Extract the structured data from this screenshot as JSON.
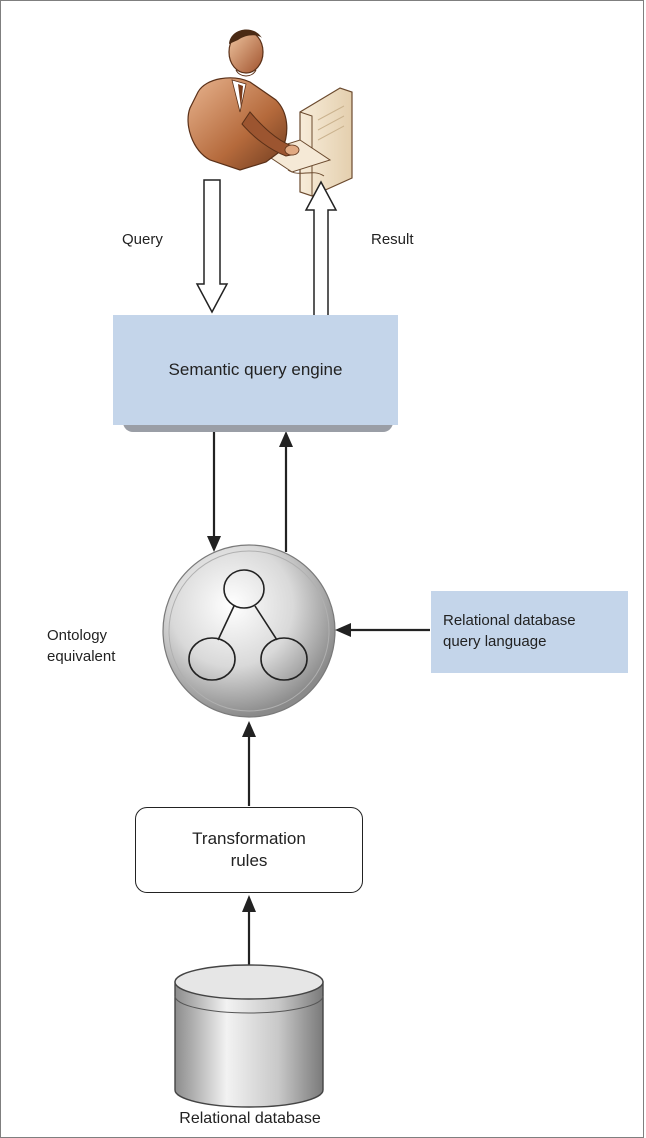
{
  "diagram": {
    "user_icon": "person-at-computer-icon",
    "query_label": "Query",
    "result_label": "Result",
    "engine_label": "Semantic query engine",
    "ontology_icon": "ontology-tree-icon",
    "ontology_label_line1": "Ontology",
    "ontology_label_line2": "equivalent",
    "rdql_line1": "Relational database",
    "rdql_line2": "query language",
    "rules_line1": "Transformation",
    "rules_line2": "rules",
    "database_icon": "database-cylinder-icon",
    "database_label": "Relational database",
    "colors": {
      "box_fill": "#c4d5ea",
      "stroke": "#222222"
    }
  }
}
